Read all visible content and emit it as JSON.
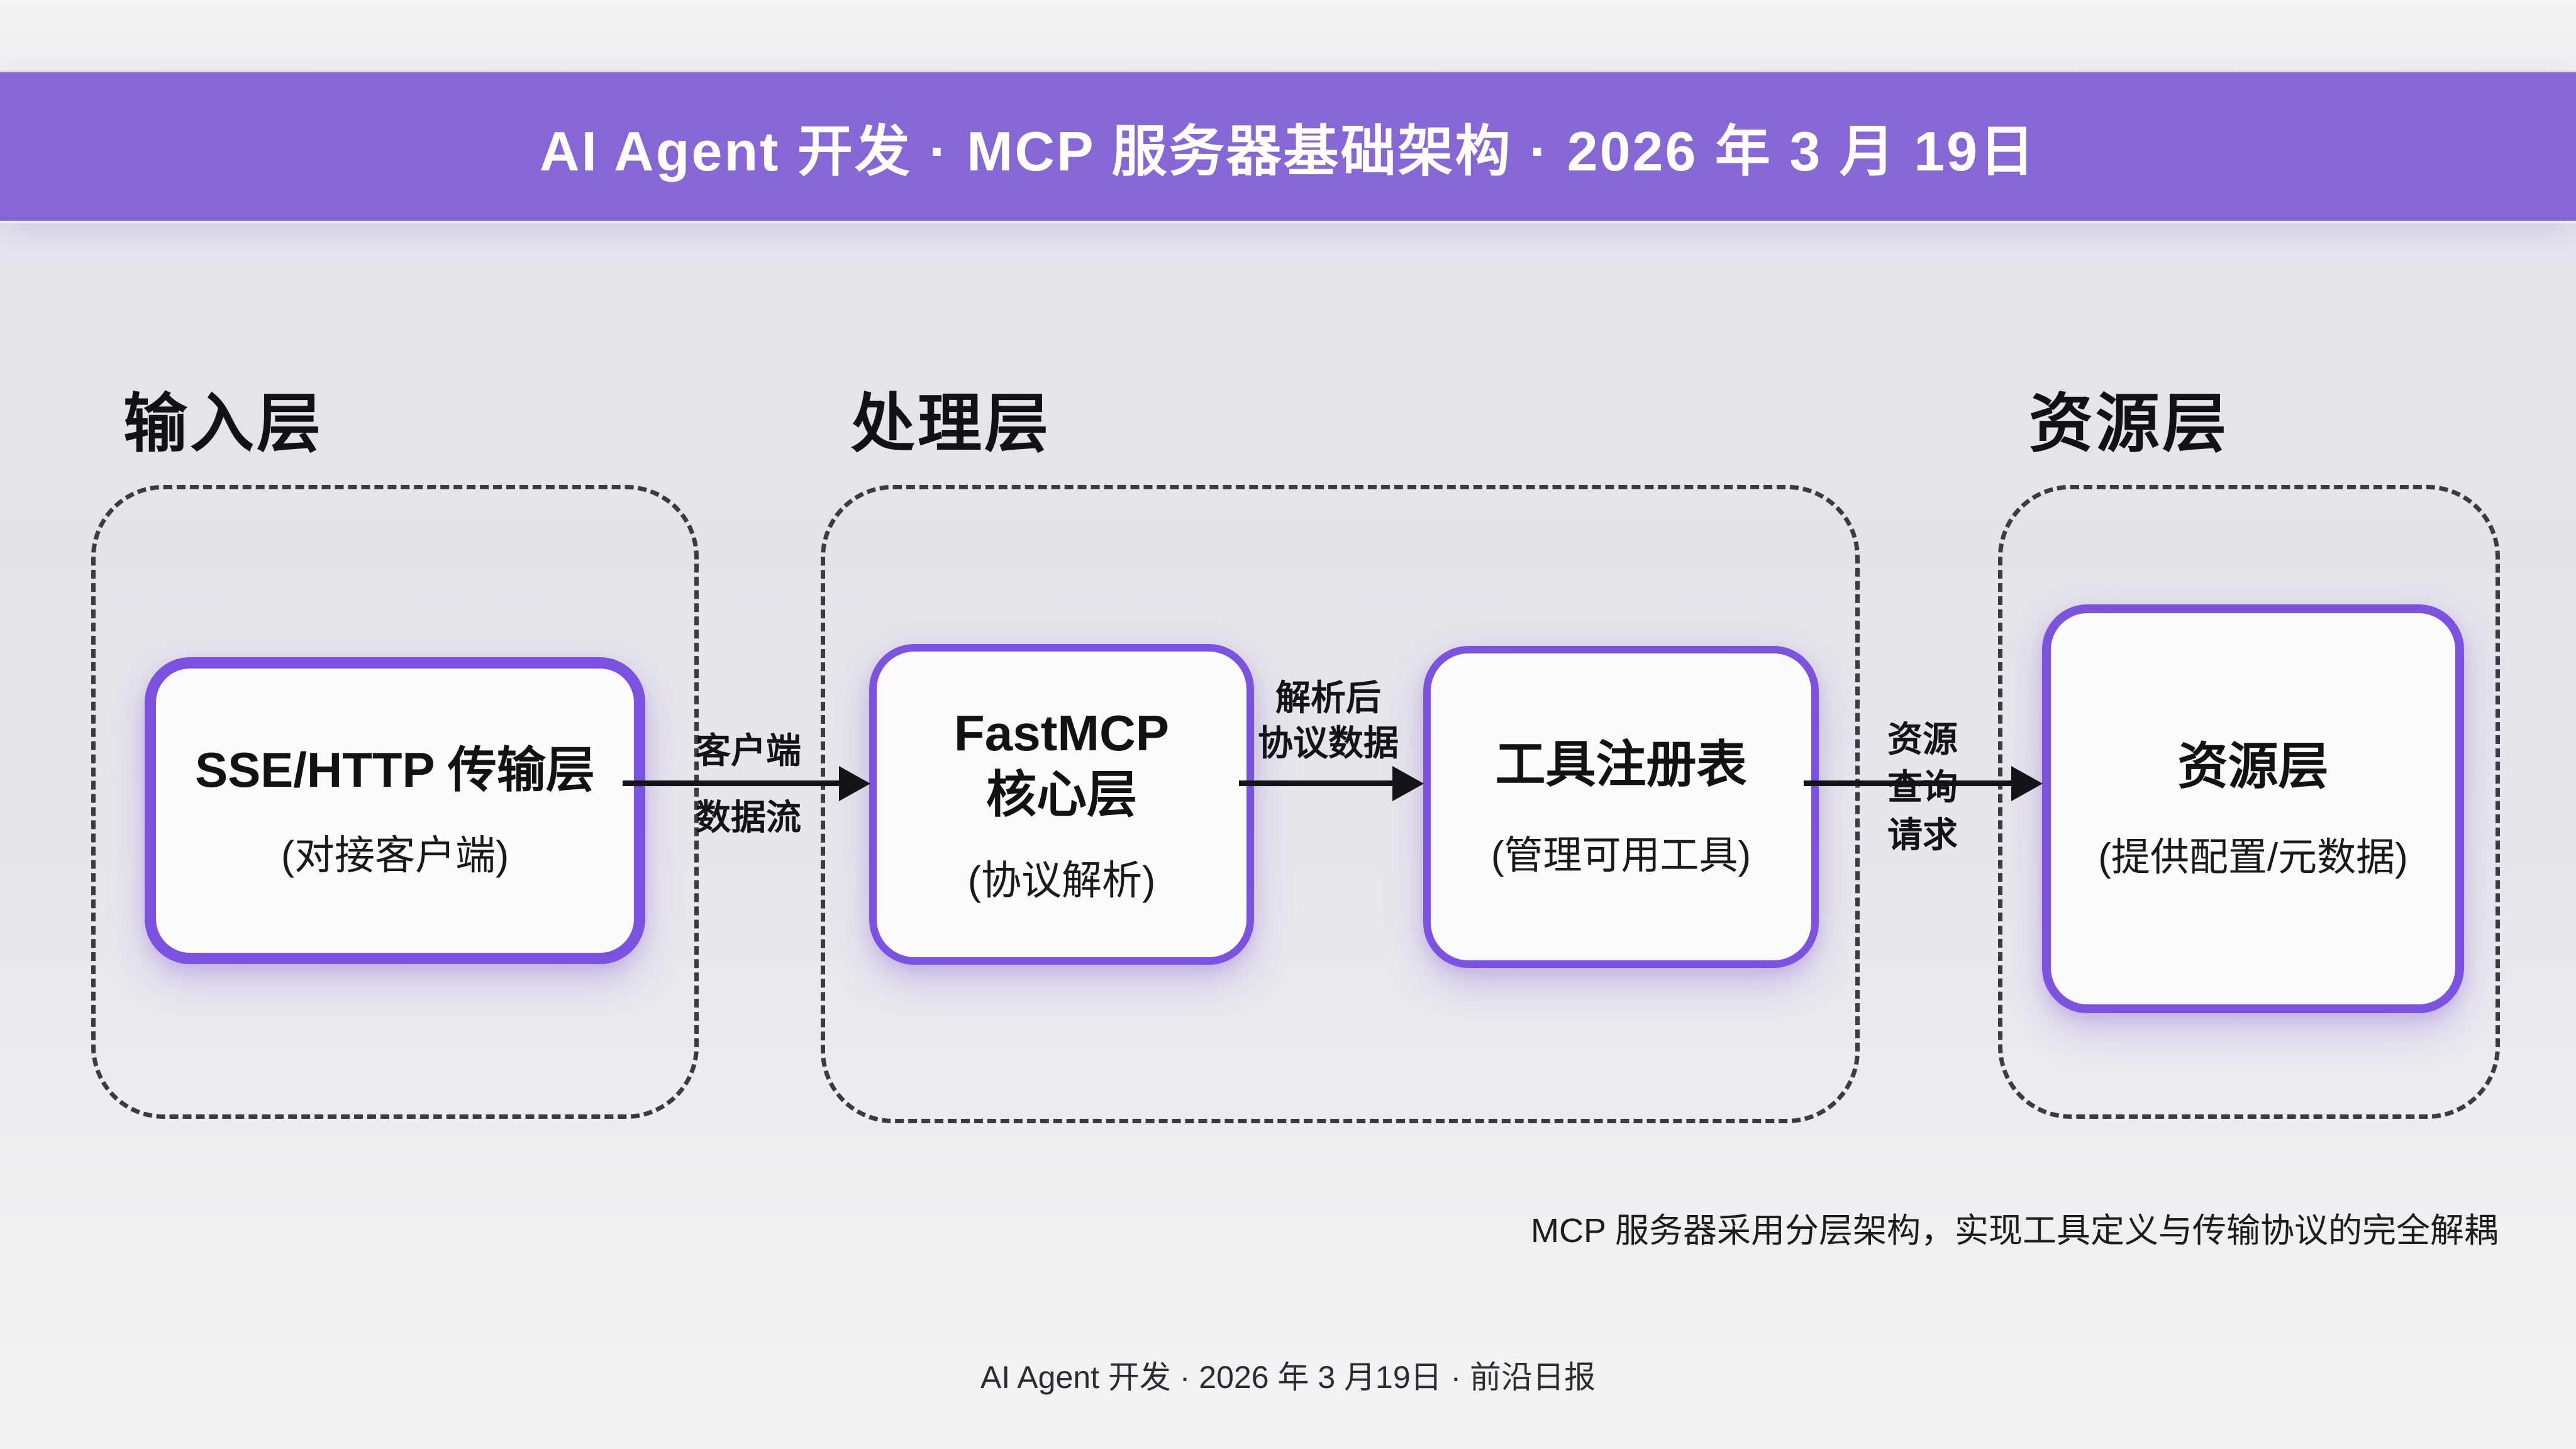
{
  "header": {
    "title": "AI Agent 开发 · MCP 服务器基础架构 · 2026 年 3 月 19日"
  },
  "columns": [
    {
      "heading": "输入层"
    },
    {
      "heading": "处理层"
    },
    {
      "heading": "资源层"
    }
  ],
  "nodes": {
    "transport": {
      "title": "SSE/HTTP 传输层",
      "subtitle": "(对接客户端)"
    },
    "fastmcp": {
      "title_line1": "FastMCP",
      "title_line2": "核心层",
      "subtitle": "(协议解析)"
    },
    "registry": {
      "title": "工具注册表",
      "subtitle": "(管理可用工具)"
    },
    "resource": {
      "title": "资源层",
      "subtitle": "(提供配置/元数据)"
    }
  },
  "arrows": {
    "client_stream": {
      "line1": "客户端",
      "line2": "数据流"
    },
    "parsed_protocol": {
      "line1": "解析后",
      "line2": "协议数据"
    },
    "resource_query": {
      "line1": "资源",
      "line2": "查询",
      "line3": "请求"
    }
  },
  "note": "MCP 服务器采用分层架构，实现工具定义与传输协议的完全解耦",
  "footer": "AI Agent 开发 · 2026 年 3 月19日 · 前沿日报",
  "colors": {
    "header_bg": "#8767D5",
    "node_border": "#7D52E0",
    "node_fill": "#FCFBFC",
    "dashed_border": "#3B3B42",
    "arrow": "#141418",
    "text": "#141416"
  }
}
